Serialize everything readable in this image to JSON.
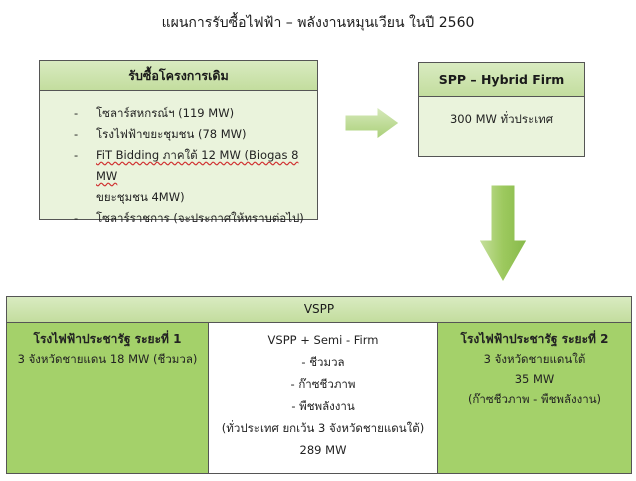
{
  "title": "แผนการรับซื้อไฟฟ้า  – พลังงานหมุนเวียน ในปี 2560",
  "existing": {
    "header": "รับซื้อโครงการเดิม",
    "items": [
      "โซลาร์สหกรณ์ฯ (119 MW)",
      "โรงไฟฟ้าขยะชุมชน (78 MW)",
      "FiT Bidding ภาคใต้ 12 MW (Biogas 8 MW",
      "ขยะชุมชน 4MW)",
      "โซลาร์ราชการ (จะประกาศให้ทราบต่อไป)"
    ],
    "dash": "-"
  },
  "spp": {
    "header": "SPP – Hybrid Firm",
    "body": "300 MW ทั่วประเทศ"
  },
  "vspp": {
    "header": "VSPP",
    "col1": {
      "title": "โรงไฟฟ้าประชารัฐ ระยะที่ 1",
      "line1": "3 จังหวัดชายแดน 18 MW (ชีวมวล)"
    },
    "col2": {
      "line1": "VSPP + Semi - Firm",
      "line2": "- ชีวมวล",
      "line3": "- ก๊าซชีวภาพ",
      "line4": "- พืชพลังงาน",
      "line5": "(ทั่วประเทศ ยกเว้น 3 จังหวัดชายแดนใต้)",
      "line6": "289 MW"
    },
    "col3": {
      "title": "โรงไฟฟ้าประชารัฐ ระยะที่ 2",
      "line1": "3 จังหวัดชายแดนใต้",
      "line2": "35 MW",
      "line3": "(ก๊าซชีวภาพ - พืชพลังงาน)"
    }
  },
  "colors": {
    "header_green": "#c3dd9e",
    "body_green": "#eaf3dc",
    "column_green": "#a4d16a",
    "arrow_green": "#9dc95e"
  }
}
